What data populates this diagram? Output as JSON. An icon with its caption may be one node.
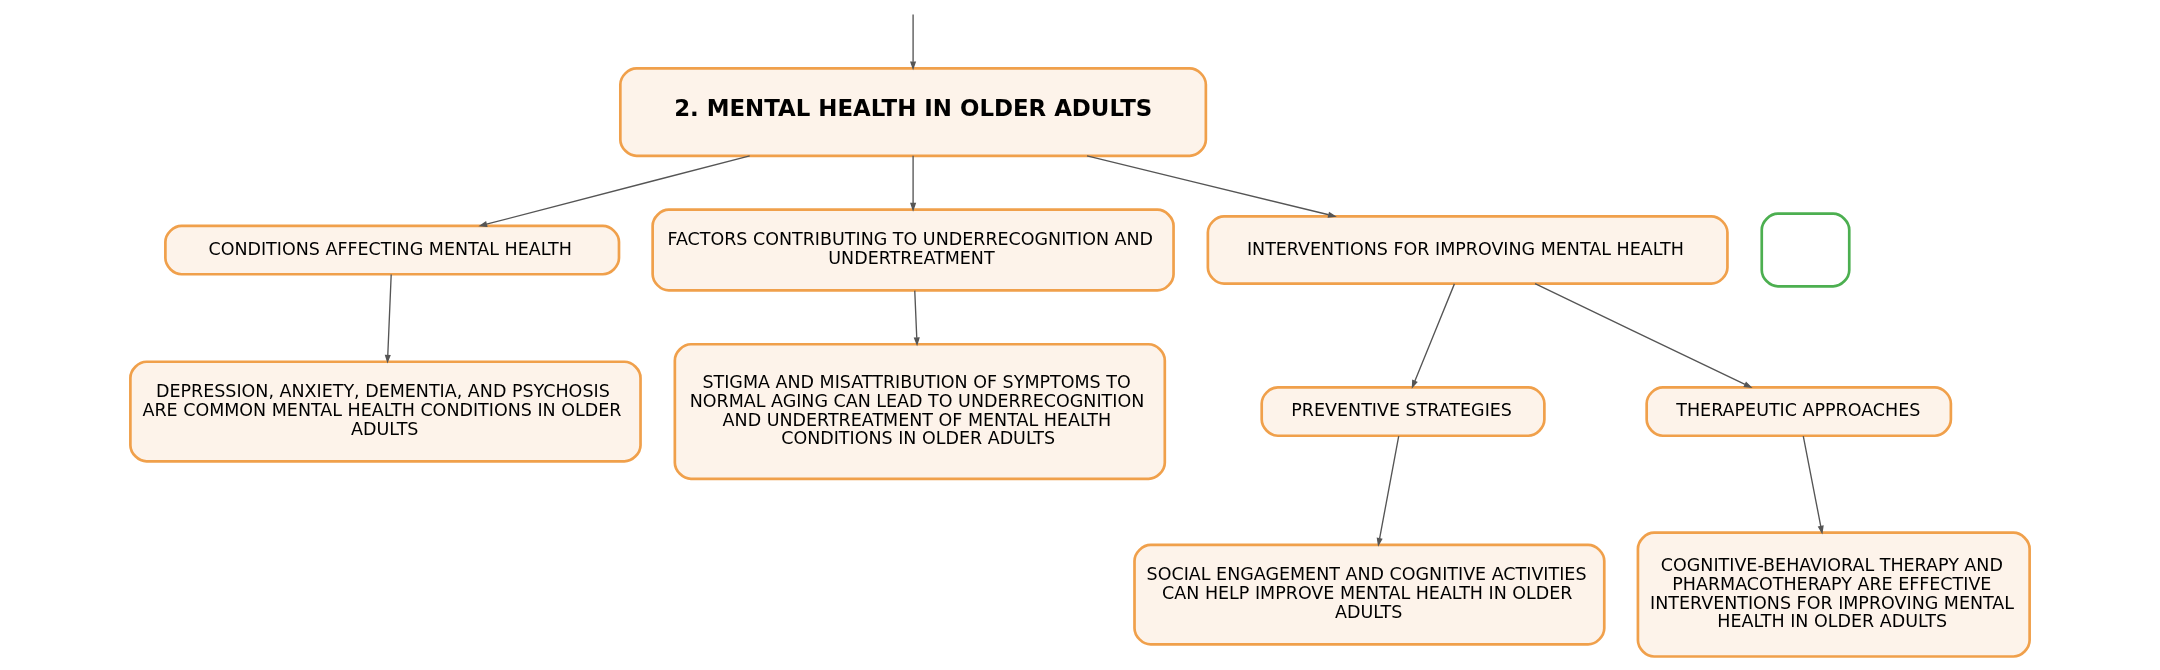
{
  "diagram": {
    "nodes": [
      {
        "text": [
          "2. MENTAL HEALTH IN OLDER ADULTS"
        ]
      },
      {
        "text": [
          "CONDITIONS AFFECTING MENTAL HEALTH"
        ]
      },
      {
        "text": [
          "DEPRESSION, ANXIETY, DEMENTIA, AND PSYCHOSIS ARE COMMON MENTAL HEALTH CONDITIONS IN OLDER ADULTS"
        ]
      },
      {
        "text": [
          "FACTORS CONTRIBUTING TO UNDERRECOGNITION AND UNDERTREATMENT"
        ]
      },
      {
        "text": [
          "STIGMA AND MISATTRIBUTION OF SYMPTOMS TO NORMAL AGING CAN LEAD TO UNDERRECOGNITION AND UNDERTREATMENT OF MENTAL HEALTH CONDITIONS IN OLDER ADULTS"
        ]
      },
      {
        "text": [
          "INTERVENTIONS FOR IMPROVING MENTAL HEALTH"
        ]
      },
      {
        "text": [
          "PREVENTIVE STRATEGIES"
        ]
      },
      {
        "text": [
          "SOCIAL ENGAGEMENT AND COGNITIVE ACTIVITIES CAN HELP IMPROVE MENTAL HEALTH IN OLDER ADULTS"
        ]
      },
      {
        "text": [
          "THERAPEUTIC APPROACHES"
        ]
      },
      {
        "text": [
          "COGNITIVE-BEHAVIORAL THERAPY AND PHARMACOTHERAPY ARE EFFECTIVE INTERVENTIONS FOR IMPROVING MENTAL HEALTH IN OLDER ADULTS"
        ]
      },
      {
        "text": [],
        "shape": "box"
      }
    ],
    "edges": [
      {
        "from": null,
        "to": 0,
        "arrow": "to"
      },
      {
        "from": 0,
        "to": 1,
        "arrow": "to"
      },
      {
        "from": 0,
        "to": 3,
        "arrow": "to"
      },
      {
        "from": 0,
        "to": 5,
        "arrow": "to"
      },
      {
        "from": 1,
        "to": 2,
        "arrow": "to"
      },
      {
        "from": 3,
        "to": 4,
        "arrow": "to"
      },
      {
        "from": 5,
        "to": 6,
        "arrow": "to"
      },
      {
        "from": 5,
        "to": 8,
        "arrow": "to"
      },
      {
        "from": 6,
        "to": 7,
        "arrow": "to"
      },
      {
        "from": 8,
        "to": 9,
        "arrow": "to"
      }
    ]
  }
}
